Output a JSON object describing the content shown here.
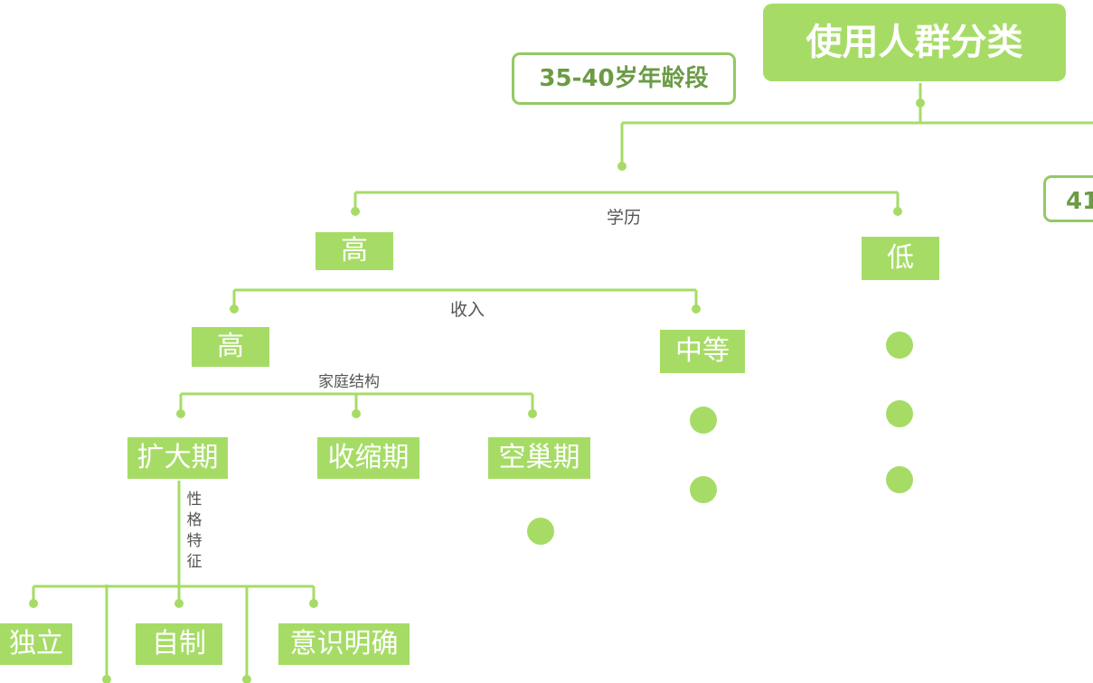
{
  "diagram": {
    "title": "使用人群分类",
    "age_groups": [
      "35-40岁年龄段",
      "41"
    ],
    "labels": {
      "education": "学历",
      "income": "收入",
      "family_structure": "家庭结构",
      "personality": "性格特征"
    },
    "education_levels": {
      "high": "高",
      "low": "低"
    },
    "income_levels": {
      "high": "高",
      "medium": "中等"
    },
    "family_stages": [
      "扩大期",
      "收缩期",
      "空巢期"
    ],
    "personality_traits": [
      "独立",
      "自制",
      "意识明确"
    ],
    "colors": {
      "node_fill": "#a6dc66",
      "line": "#a6dc66",
      "outline": "#93c965"
    }
  }
}
